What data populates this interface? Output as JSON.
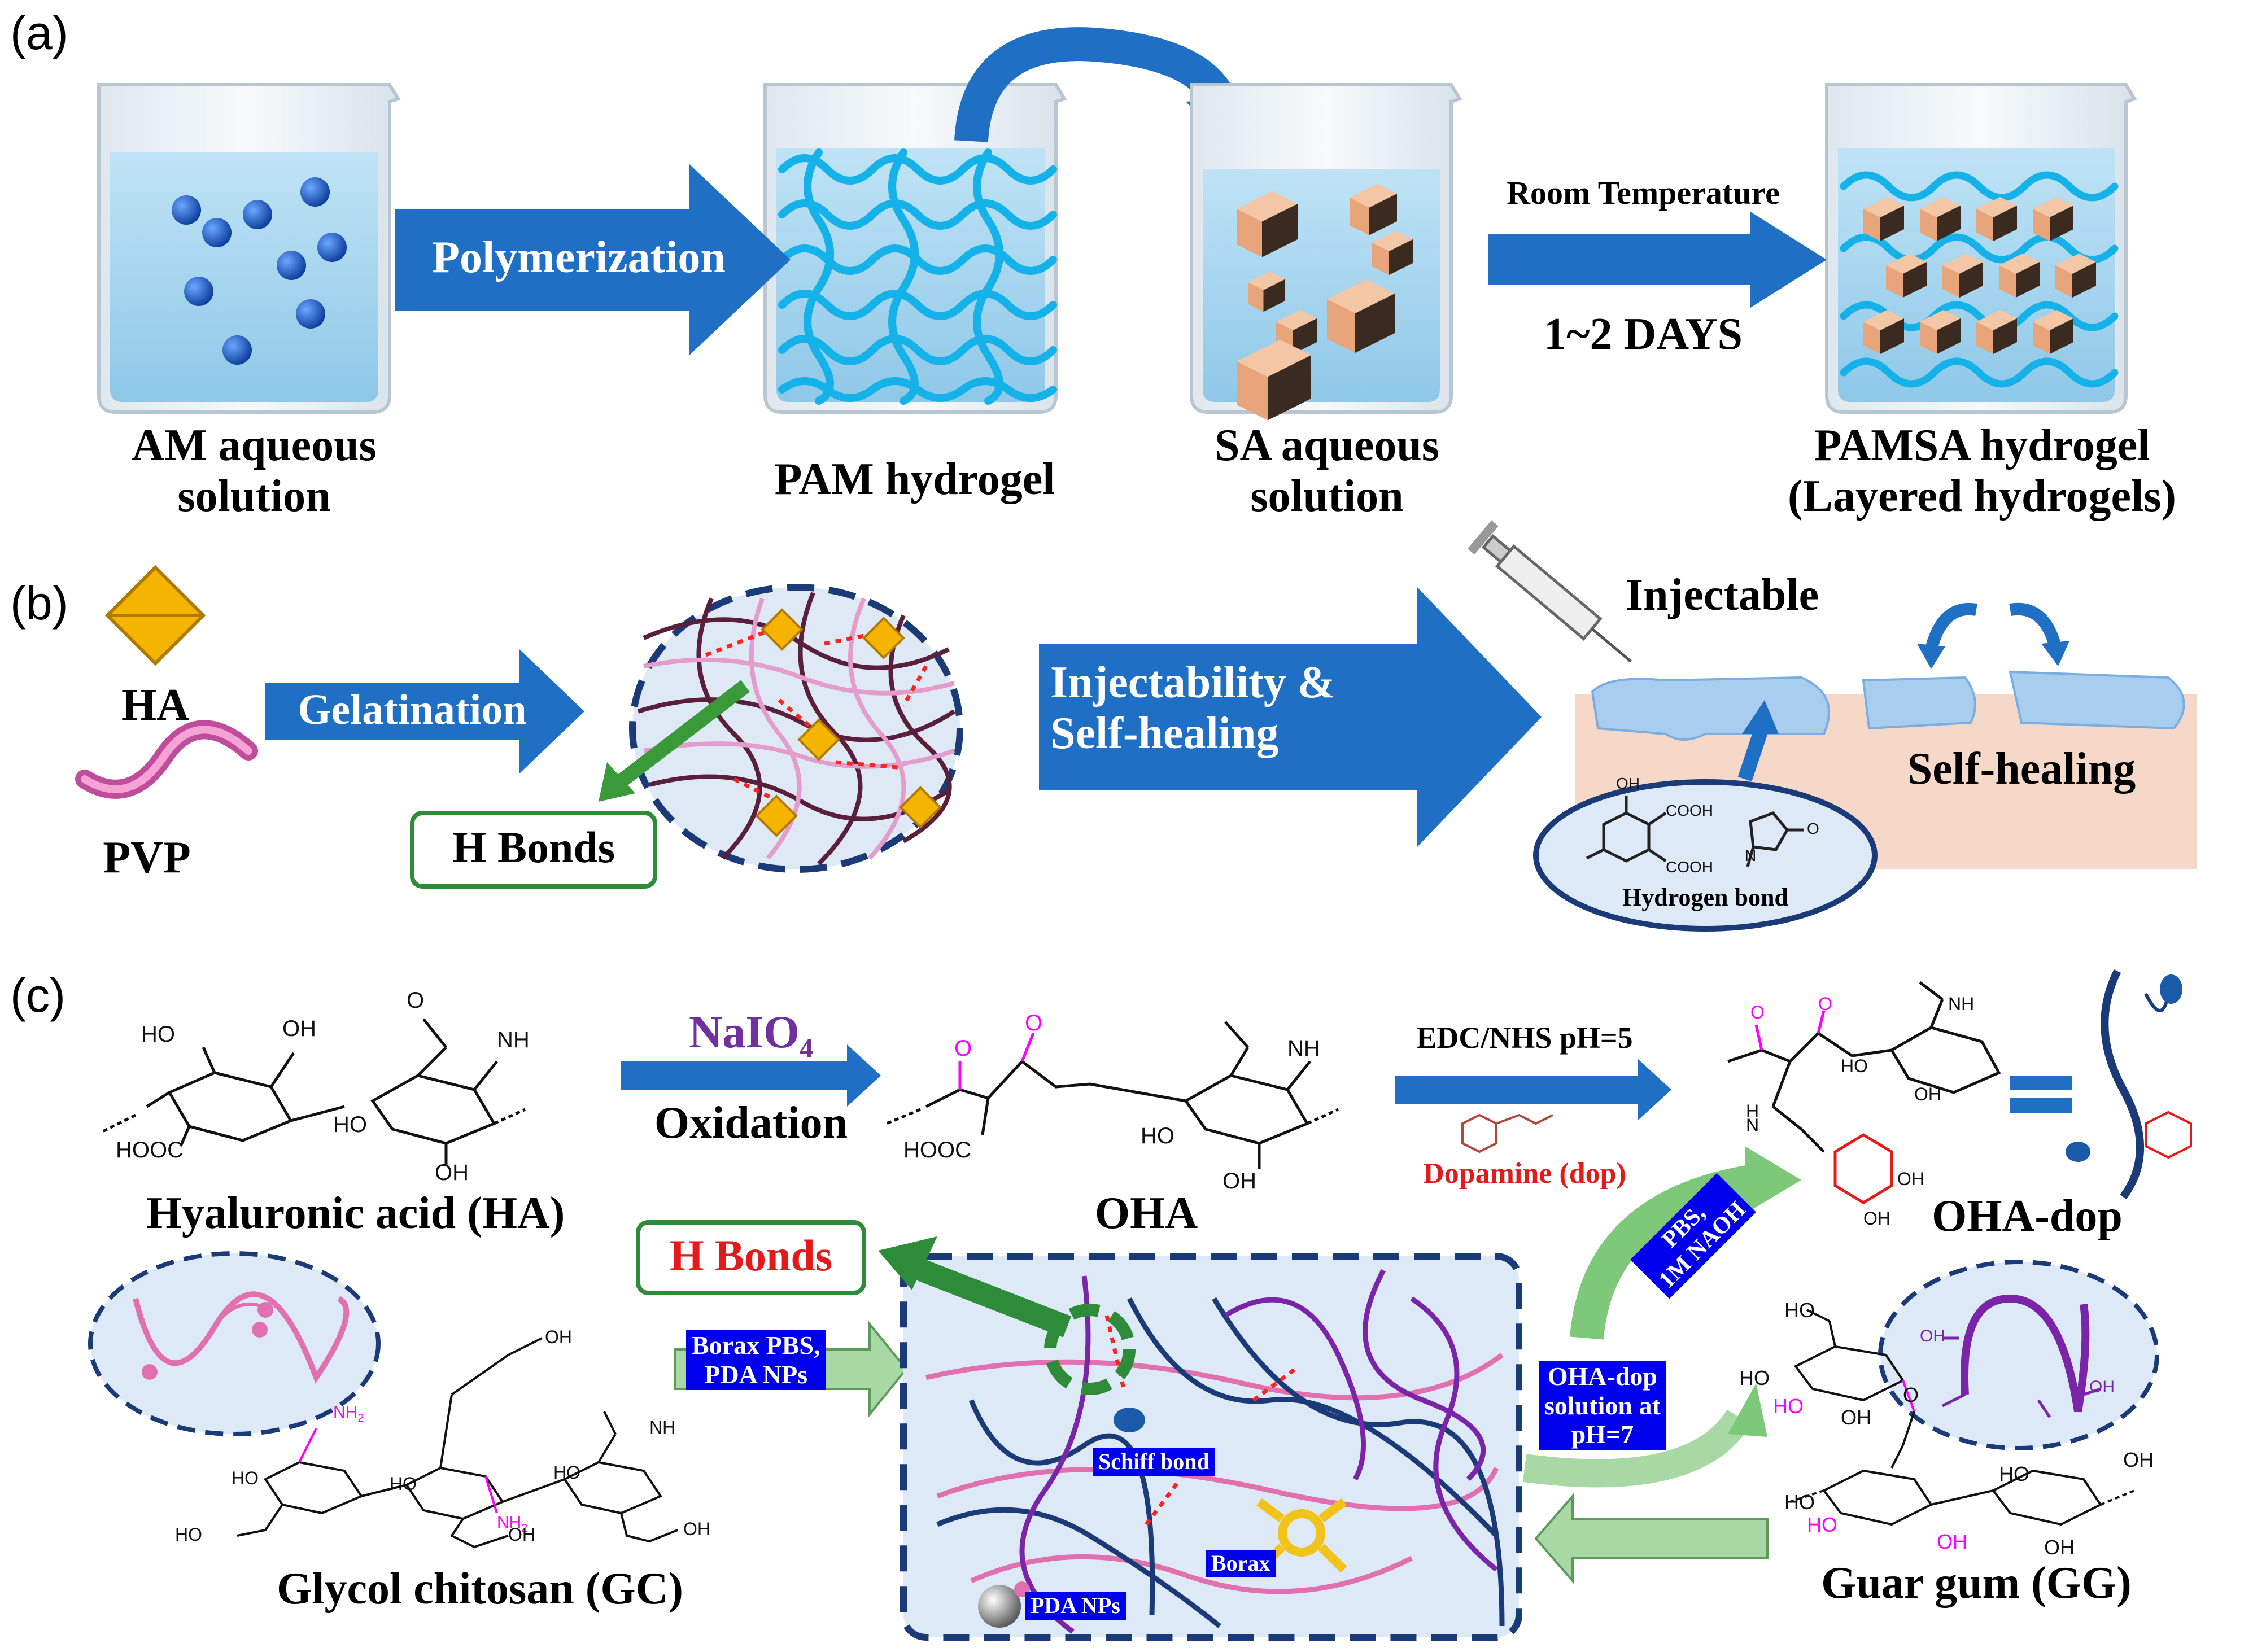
{
  "panel_a": {
    "label": "(a)",
    "beaker1_caption": [
      "AM aqueous",
      "solution"
    ],
    "arrow1": "Polymerization",
    "beaker2_caption": "PAM hydrogel",
    "beaker3_caption": [
      "SA aqueous",
      "solution"
    ],
    "arrow2_top": "Room Temperature",
    "arrow2_bottom": "1~2 DAYS",
    "beaker4_caption": [
      "PAMSA hydrogel",
      "(Layered hydrogels)"
    ]
  },
  "panel_b": {
    "label": "(b)",
    "ha": "HA",
    "pvp": "PVP",
    "arrow1": "Gelatination",
    "h_bonds": "H Bonds",
    "arrow2": [
      "Injectability &",
      "Self-healing"
    ],
    "injectable": "Injectable",
    "self_healing": "Self-healing",
    "hydrogen_bond": "Hydrogen bond",
    "cooh1": "COOH",
    "cooh2": "COOH",
    "oh": "OH",
    "o": "O",
    "n": "N"
  },
  "panel_c": {
    "label": "(c)",
    "reagent": "NaIO",
    "reagent_sub": "4",
    "oxidation": "Oxidation",
    "ha_name": "Hyaluronic acid (HA)",
    "oha_name": "OHA",
    "edc": "EDC/NHS pH=5",
    "dopamine": "Dopamine (dop)",
    "oha_dop": "OHA-dop",
    "h_bonds": "H Bonds",
    "gc_name": "Glycol chitosan (GC)",
    "gg_name": "Guar gum (GG)",
    "tag_borax_pbs": [
      "Borax PBS,",
      "PDA NPs"
    ],
    "tag_pbs_naoh": [
      "PBS,",
      "1M NAOH"
    ],
    "tag_oha_dop": [
      "OHA-dop",
      "solution at",
      "pH=7"
    ],
    "tag_schiff": "Schiff bond",
    "tag_borax": "Borax",
    "tag_pda": "PDA NPs",
    "atoms": {
      "ho": "HO",
      "oh": "OH",
      "nh": "NH",
      "hooc": "HOOC",
      "o": "O",
      "nh2": "NH",
      "nh2_sub": "2",
      "h": "H",
      "n": "N"
    }
  },
  "colors": {
    "arrow_blue": "#1f6fc5",
    "water": "#9fd2ee",
    "pam_fiber": "#15b2ea",
    "sa_crystal": "#e8a47a",
    "green_box": "#2e8b3a",
    "tag_blue": "#0000ee",
    "pink_chain": "#e070b0",
    "purple_chain": "#7a25a8",
    "navy_chain": "#1b3a78",
    "magenta_atom": "#ff00ff",
    "red_atom": "#e21a1a",
    "reagent_purple": "#7030a0"
  }
}
